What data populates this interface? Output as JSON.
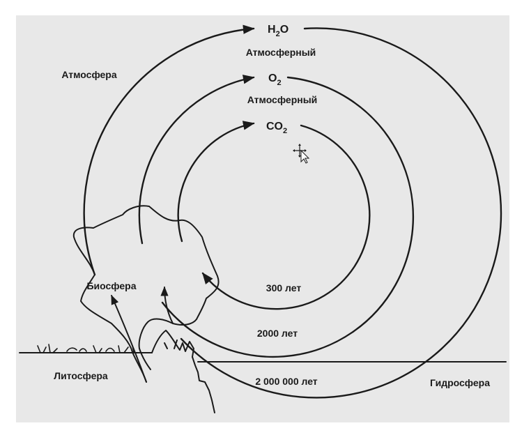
{
  "colors": {
    "background": "#e8e8e8",
    "ink": "#1a1a1a"
  },
  "labels": {
    "atmosphere": "Атмосфера",
    "biosphere": "Биосфера",
    "lithosphere": "Литосфера",
    "hydrosphere": "Гидросфера"
  },
  "cycles": [
    {
      "molecule_main": "H",
      "molecule_sub": "2",
      "molecule_tail": "O",
      "source": "Атмосферный",
      "period": "2 000 000 лет"
    },
    {
      "molecule_main": "O",
      "molecule_sub": "2",
      "molecule_tail": "",
      "source": "Атмосферный",
      "period": "2000 лет"
    },
    {
      "molecule_main": "CO",
      "molecule_sub": "2",
      "molecule_tail": "",
      "source": "",
      "period": "300 лет"
    }
  ],
  "cursor": {
    "icon": "move-cursor-icon"
  }
}
